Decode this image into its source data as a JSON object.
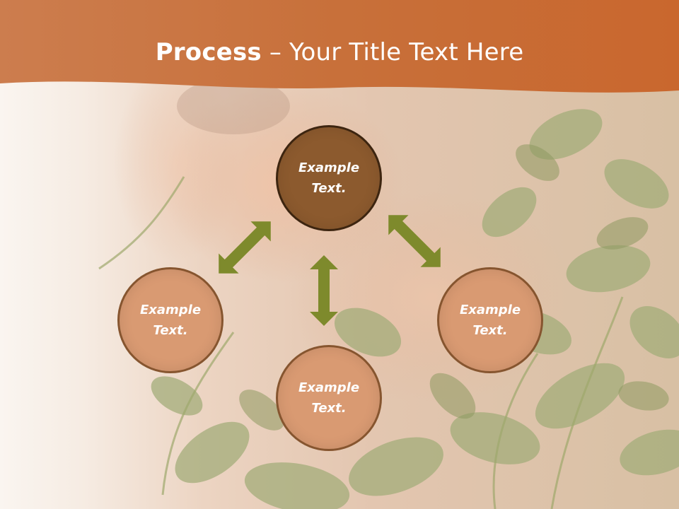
{
  "title": {
    "bold": "Process",
    "rest": " – Your Title Text Here"
  },
  "nodes": [
    {
      "text": "Example\nText."
    },
    {
      "text": "Example\nText."
    },
    {
      "text": "Example\nText."
    },
    {
      "text": "Example\nText."
    }
  ],
  "colors": {
    "header": "#c8703a",
    "primary_node": "#8c5a2e",
    "secondary_node": "#d99a72",
    "arrow": "#7e8a2c"
  }
}
